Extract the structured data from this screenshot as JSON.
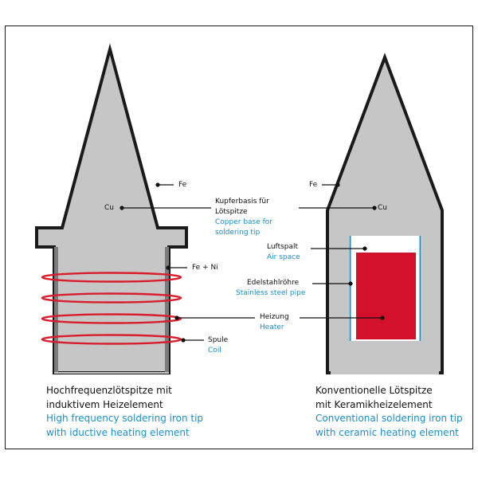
{
  "colors": {
    "body_gray": "#c6c6c6",
    "outline": "#1a1a1a",
    "coil_red": "#d81d2c",
    "heater_red": "#d4112a",
    "pipe_blue": "#1a8fc8",
    "english_text": "#1a8fc8",
    "german_text": "#111111"
  },
  "labels": {
    "fe_left": "Fe",
    "cu_left": "Cu",
    "fe_ni": "Fe + Ni",
    "spule_de": "Spule",
    "spule_en": "Coil",
    "fe_right": "Fe",
    "cu_right": "Cu",
    "kupfer_de_1": "Kupferbasis für",
    "kupfer_de_2": "Lötspitze",
    "kupfer_en_1": "Copper base for",
    "kupfer_en_2": "soldering tip",
    "luft_de": "Luftspalt",
    "luft_en": "Air space",
    "edel_de": "Edelstahlröhre",
    "edel_en": "Stainless steel pipe",
    "heiz_de": "Heizung",
    "heiz_en": "Heater"
  },
  "captions": {
    "left": {
      "de_1": "Hochfrequenzlötspitze mit",
      "de_2": "induktivem Heizelement",
      "en_1": "High frequency soldering iron tip",
      "en_2": "with iductive heating element"
    },
    "right": {
      "de_1": "Konventionelle Lötspitze",
      "de_2": "mit Keramikheizelement",
      "en_1": "Conventional soldering iron tip",
      "en_2": "with ceramic heating element"
    }
  }
}
